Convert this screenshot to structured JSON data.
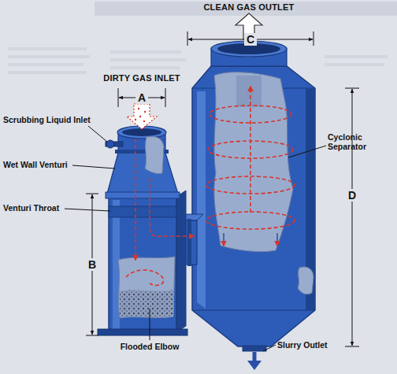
{
  "diagram": {
    "labels": [
      "CLEAN GAS OUTLET",
      "C",
      "DIRTY GAS INLET",
      "A",
      "Scrubbing Liquid Inlet",
      "Wet Wall Venturi",
      "Venturi Throat",
      "B",
      "Cyclonic Separator",
      "D",
      "Flooded Elbow",
      "Slurry Outlet"
    ]
  }
}
